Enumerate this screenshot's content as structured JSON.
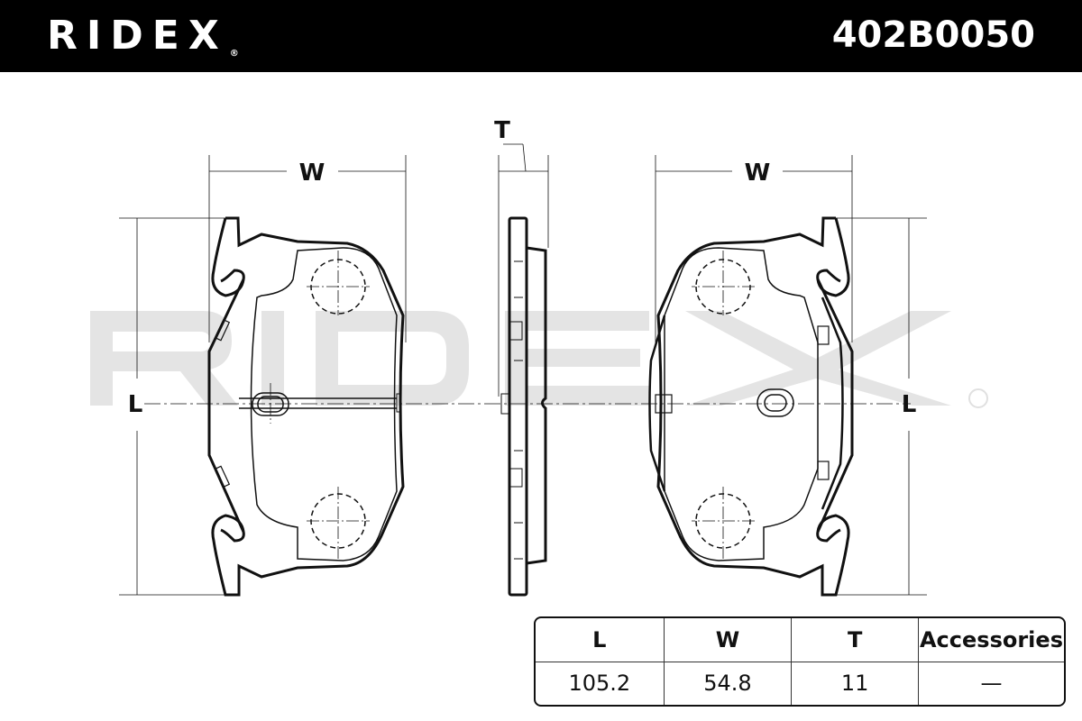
{
  "header": {
    "brand": "RIDEX",
    "registered_mark": "®",
    "part_number": "402B0050"
  },
  "watermark": {
    "text": "RIDEX",
    "registered_mark": "®"
  },
  "dimension_labels": {
    "width": "W",
    "thickness": "T",
    "length": "L"
  },
  "spec_table": {
    "headers": [
      "L",
      "W",
      "T",
      "Accessories"
    ],
    "values": [
      "105.2",
      "54.8",
      "11",
      "—"
    ]
  }
}
